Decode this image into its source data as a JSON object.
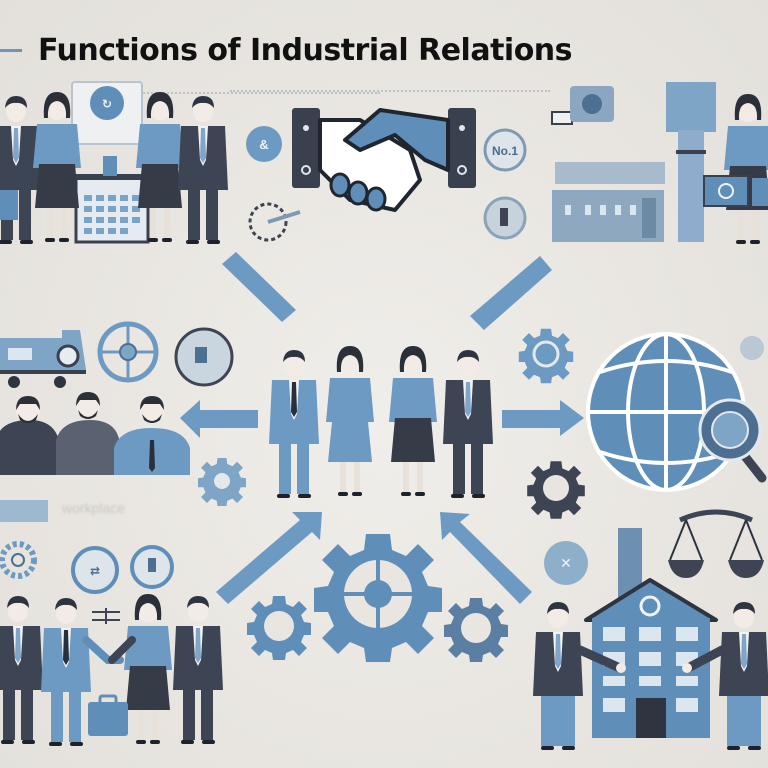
{
  "title": "Functions of Industrial Relations",
  "faint_label": "workplace",
  "colors": {
    "background": "#e9e6e1",
    "light_blue": "#6d9ac2",
    "mid_blue": "#5a88b0",
    "dark_navy": "#3a4250",
    "title_text": "#111111",
    "accent_dash": "#6d95b8"
  },
  "sections": [
    {
      "id": "top-left",
      "label": "team meeting at desk",
      "icons": [
        "people-group-icon",
        "desk-icon",
        "monitor-icon",
        "briefcase-icon"
      ]
    },
    {
      "id": "top-center",
      "label": "handshake",
      "icons": [
        "handshake-icon",
        "badge-icon",
        "gear-wrench-icon"
      ]
    },
    {
      "id": "top-right",
      "label": "factory with worker",
      "icons": [
        "factory-icon",
        "chimney-icon",
        "woman-with-briefcase-icon"
      ]
    },
    {
      "id": "middle-left",
      "label": "workers and transport",
      "icons": [
        "truck-icon",
        "wheel-icon",
        "coin-icon",
        "bearded-workers-icon"
      ]
    },
    {
      "id": "middle-center",
      "label": "diverse workforce",
      "icons": [
        "four-people-icon"
      ]
    },
    {
      "id": "middle-right",
      "label": "global reach",
      "icons": [
        "globe-icon",
        "magnifier-icon",
        "gear-icon"
      ]
    },
    {
      "id": "bottom-left",
      "label": "agreement handshake",
      "icons": [
        "handshake-people-icon",
        "briefcase-icon",
        "gear-icon"
      ]
    },
    {
      "id": "bottom-center",
      "label": "collaboration gears",
      "icons": [
        "large-gear-icon",
        "small-gear-icon",
        "arrow-icon"
      ]
    },
    {
      "id": "bottom-right",
      "label": "justice and company",
      "icons": [
        "scales-of-justice-icon",
        "company-building-icon",
        "business-handshake-icon"
      ]
    }
  ]
}
